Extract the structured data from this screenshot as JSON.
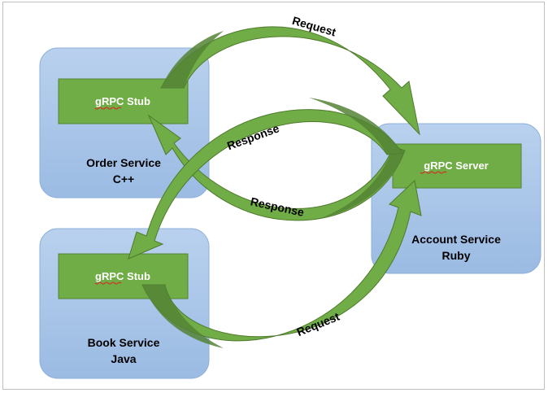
{
  "services": {
    "order": {
      "name": "Order Service",
      "lang": "C++",
      "component": "gRPC Stub"
    },
    "book": {
      "name": "Book Service",
      "lang": "Java",
      "component": "gRPC Stub"
    },
    "account": {
      "name": "Account Service",
      "lang": "Ruby",
      "component": "gRPC Server"
    }
  },
  "arrows": {
    "order_request": "Request",
    "order_response": "Response",
    "book_request": "Request",
    "book_response": "Response"
  },
  "colors": {
    "service_fill": "#a7c3e6",
    "service_stroke": "#8eb0da",
    "component_fill": "#70ad47",
    "component_stroke": "#548235",
    "arrow_fill": "#70ad47",
    "arrow_stroke": "#4f7a2c"
  }
}
